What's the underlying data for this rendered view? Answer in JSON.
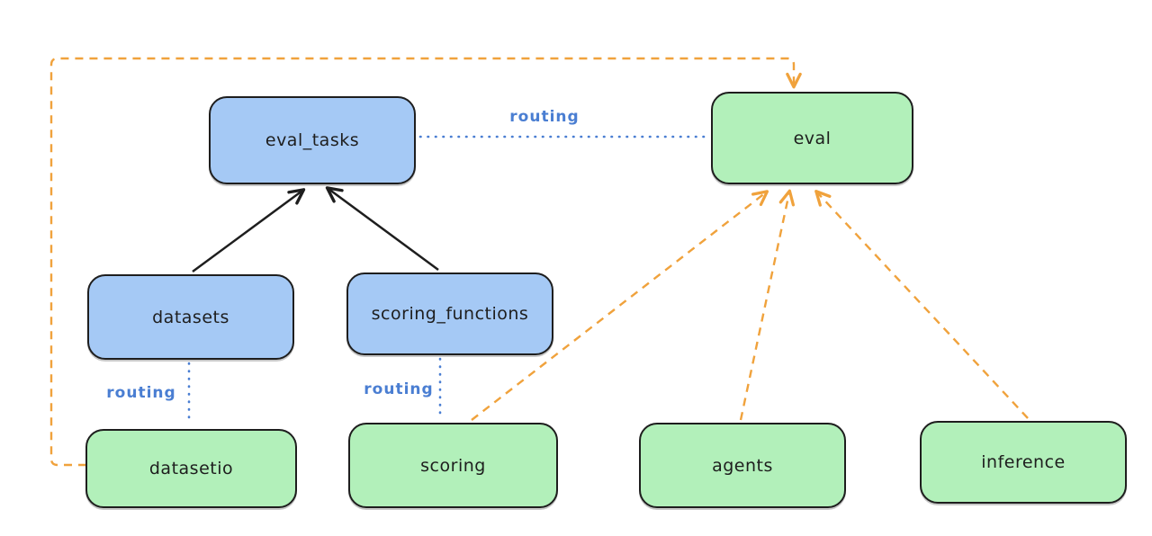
{
  "diagram": {
    "type": "dependency-graph",
    "background": "#ffffff",
    "colors": {
      "blue_node_fill": "#a5c9f5",
      "green_node_fill": "#b2f0ba",
      "node_stroke": "#1e1e1e",
      "black_edge": "#1e1e1e",
      "orange_edge": "#f0a23c",
      "routing_blue": "#4a7ed2"
    },
    "nodes": {
      "eval_tasks": {
        "label": "eval_tasks",
        "fill": "blue"
      },
      "eval": {
        "label": "eval",
        "fill": "green"
      },
      "datasets": {
        "label": "datasets",
        "fill": "blue"
      },
      "scoring_functions": {
        "label": "scoring_functions",
        "fill": "blue"
      },
      "datasetio": {
        "label": "datasetio",
        "fill": "green"
      },
      "scoring": {
        "label": "scoring",
        "fill": "green"
      },
      "agents": {
        "label": "agents",
        "fill": "green"
      },
      "inference": {
        "label": "inference",
        "fill": "green"
      }
    },
    "edge_labels": {
      "eval_tasks_eval": "routing",
      "datasets_datasetio": "routing",
      "scoring_functions_scoring": "routing"
    },
    "edges": [
      {
        "from": "datasets",
        "to": "eval_tasks",
        "style": "solid-black-arrow"
      },
      {
        "from": "scoring_functions",
        "to": "eval_tasks",
        "style": "solid-black-arrow"
      },
      {
        "from": "eval_tasks",
        "to": "eval",
        "style": "dotted-blue",
        "label": "routing"
      },
      {
        "from": "datasets",
        "to": "datasetio",
        "style": "dotted-blue",
        "label": "routing"
      },
      {
        "from": "scoring_functions",
        "to": "scoring",
        "style": "dotted-blue",
        "label": "routing"
      },
      {
        "from": "datasetio",
        "to": "eval",
        "style": "dashed-orange-arrow"
      },
      {
        "from": "scoring",
        "to": "eval",
        "style": "dashed-orange-arrow"
      },
      {
        "from": "agents",
        "to": "eval",
        "style": "dashed-orange-arrow"
      },
      {
        "from": "inference",
        "to": "eval",
        "style": "dashed-orange-arrow"
      }
    ]
  }
}
